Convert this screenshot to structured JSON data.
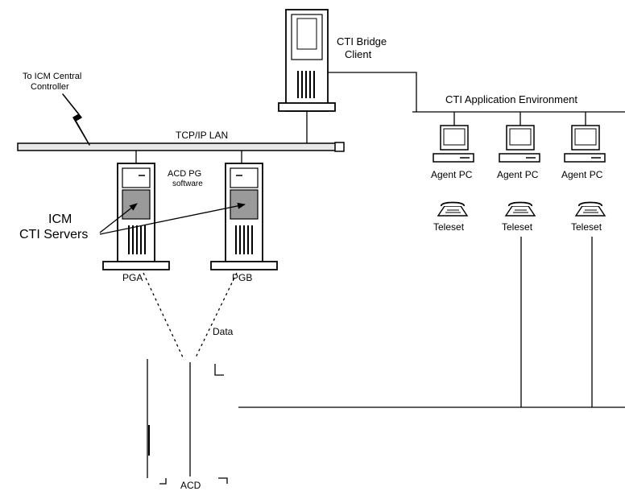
{
  "labels": {
    "icm_central": [
      "To ICM Central",
      "Controller"
    ],
    "lan": "TCP/IP LAN",
    "bridge_client": [
      "CTI Bridge",
      "Client"
    ],
    "app_env": "CTI Application Environment",
    "agent_pc": "Agent PC",
    "teleset": "Teleset",
    "acd_pg_software": [
      "ACD  PG",
      "software"
    ],
    "icm_cti_servers": [
      "ICM",
      "CTI Servers"
    ],
    "pga": "PGA",
    "pgb": "PGB",
    "data": "Data",
    "acd": "ACD"
  },
  "colors": {
    "line": "#000000",
    "lan_bar": "#e8e8e8",
    "server_module": "#9a9a9a"
  },
  "icons": {
    "server": "tower-server-icon",
    "bridge_client": "tower-client-icon",
    "agent_pc": "desktop-computer-icon",
    "teleset": "telephone-icon",
    "icm_link": "lightning-bolt-icon"
  },
  "agents": [
    {
      "pc_label": "Agent PC",
      "teleset_label": "Teleset"
    },
    {
      "pc_label": "Agent PC",
      "teleset_label": "Teleset"
    },
    {
      "pc_label": "Agent PC",
      "teleset_label": "Teleset"
    }
  ]
}
